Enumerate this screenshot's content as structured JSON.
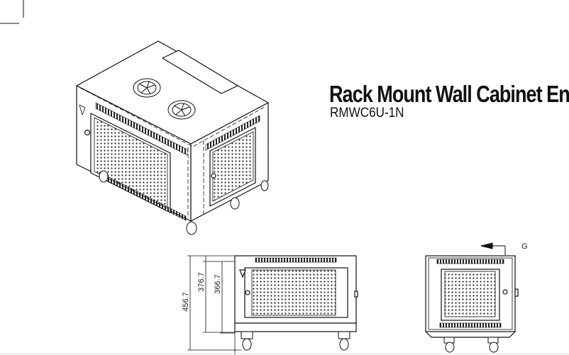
{
  "drawing": {
    "title": "Rack Mount Wall Cabinet En",
    "model": "RMWC6U-1N"
  },
  "dimensions": {
    "height_total": "456.7",
    "height_body": "376.7",
    "height_inner": "366.7"
  },
  "side_view": {
    "section_label": "G"
  },
  "colors": {
    "line": "#111111",
    "background": "#ffffff"
  }
}
